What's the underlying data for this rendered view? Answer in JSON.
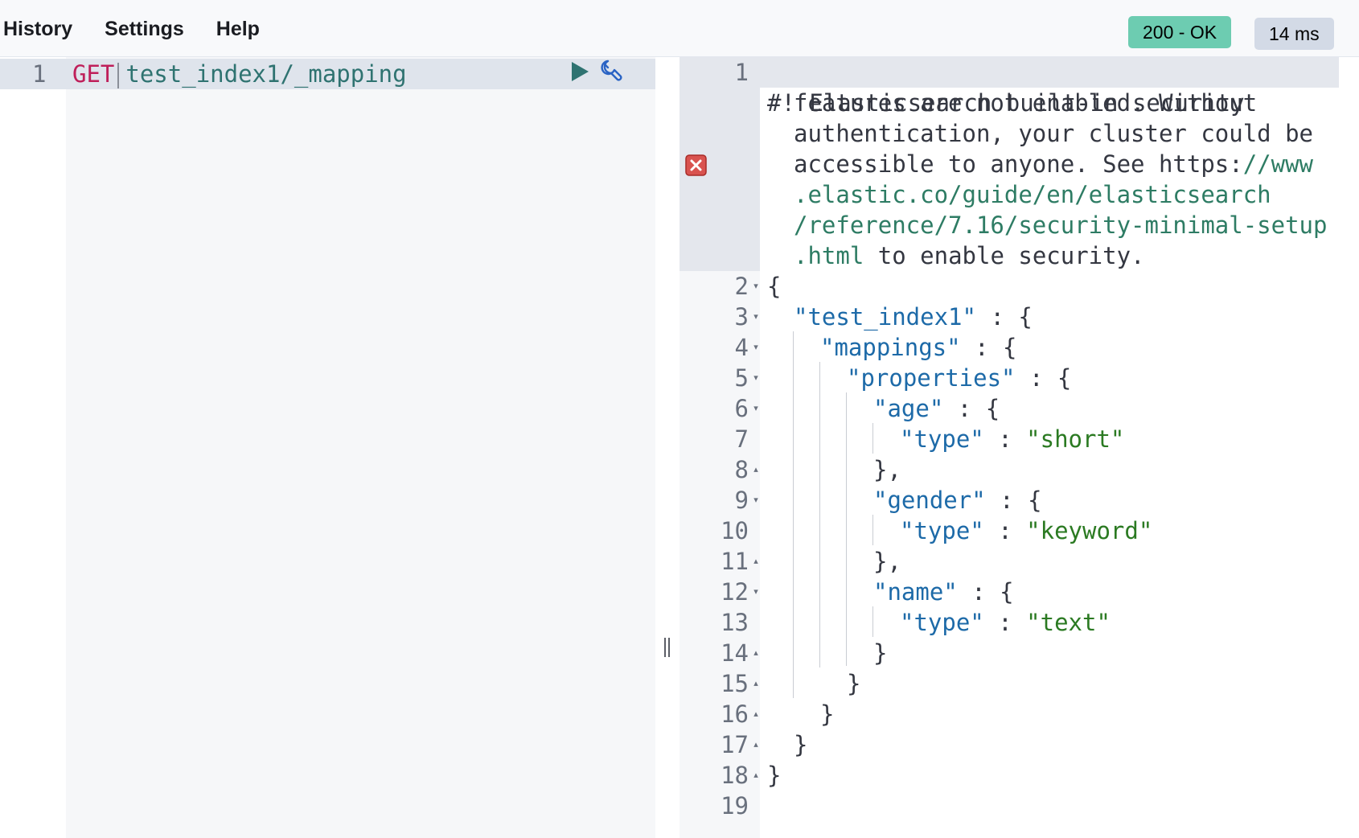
{
  "menu": {
    "items": [
      "History",
      "Settings",
      "Help"
    ]
  },
  "status": {
    "code_text": "200 - OK",
    "time_text": "14 ms"
  },
  "request": {
    "line_number": "1",
    "method": "GET",
    "url": "test_index1/_mapping"
  },
  "response": {
    "warning_lines": [
      "#! Elasticsearch built-in security",
      "features are not enabled. Without",
      "authentication, your cluster could be",
      "accessible to anyone. See https://www",
      ".elastic.co/guide/en/elasticsearch",
      "/reference/7.16/security-minimal-setup",
      ".html to enable security."
    ],
    "json_lines": [
      {
        "n": "2",
        "fold": "down",
        "text": "{"
      },
      {
        "n": "3",
        "fold": "down",
        "key": "\"test_index1\"",
        "text": " : {"
      },
      {
        "n": "4",
        "fold": "down",
        "key": "\"mappings\"",
        "text": " : {"
      },
      {
        "n": "5",
        "fold": "down",
        "key": "\"properties\"",
        "text": " : {"
      },
      {
        "n": "6",
        "fold": "down",
        "key": "\"age\"",
        "text": " : {"
      },
      {
        "n": "7",
        "fold": "",
        "key": "\"type\"",
        "text": " : ",
        "value": "\"short\""
      },
      {
        "n": "8",
        "fold": "up",
        "text": "},"
      },
      {
        "n": "9",
        "fold": "down",
        "key": "\"gender\"",
        "text": " : {"
      },
      {
        "n": "10",
        "fold": "",
        "key": "\"type\"",
        "text": " : ",
        "value": "\"keyword\""
      },
      {
        "n": "11",
        "fold": "up",
        "text": "},"
      },
      {
        "n": "12",
        "fold": "down",
        "key": "\"name\"",
        "text": " : {"
      },
      {
        "n": "13",
        "fold": "",
        "key": "\"type\"",
        "text": " : ",
        "value": "\"text\""
      },
      {
        "n": "14",
        "fold": "up",
        "text": "}"
      },
      {
        "n": "15",
        "fold": "up",
        "text": "}"
      },
      {
        "n": "16",
        "fold": "up",
        "text": "}"
      },
      {
        "n": "17",
        "fold": "up",
        "text": "}"
      },
      {
        "n": "18",
        "fold": "up",
        "text": "}"
      },
      {
        "n": "19",
        "fold": "",
        "text": ""
      }
    ]
  },
  "colors": {
    "status_ok": "#6dccb1",
    "method": "#bf1f5a",
    "url": "#2f7371",
    "json_key": "#1d6aa8",
    "json_string": "#2b7a22"
  },
  "icons": [
    "play-icon",
    "wrench-icon",
    "error-icon",
    "resize-handle-icon",
    "fold-down-icon",
    "fold-up-icon"
  ]
}
